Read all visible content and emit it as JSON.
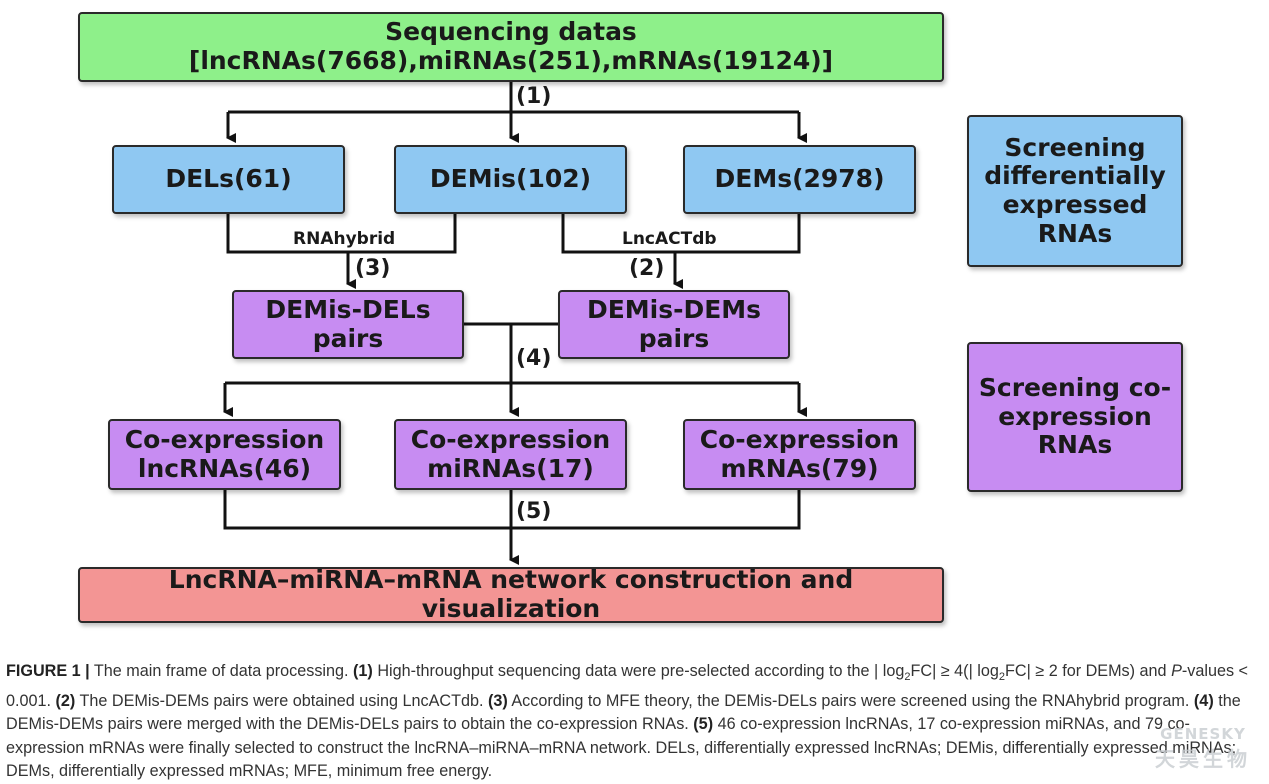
{
  "top": {
    "label": "Sequencing datas [lncRNAs(7668),miRNAs(251),mRNAs(19124)]"
  },
  "row1": {
    "dels": "DELs(61)",
    "demis": "DEMis(102)",
    "dems": "DEMs(2978)"
  },
  "tools": {
    "rnahybrid": "RNAhybrid",
    "lncactdb": "LncACTdb"
  },
  "pairs": {
    "dels_line1": "DEMis-DELs",
    "dels_line2": "pairs",
    "dems_line1": "DEMis-DEMs",
    "dems_line2": "pairs"
  },
  "coexp": {
    "lnc_line1": "Co-expression",
    "lnc_line2": "lncRNAs(46)",
    "mi_line1": "Co-expression",
    "mi_line2": "miRNAs(17)",
    "m_line1": "Co-expression",
    "m_line2": "mRNAs(79)"
  },
  "network": {
    "label": "LncRNA–miRNA–mRNA network construction and visualization"
  },
  "side": {
    "screening_diff": [
      "Screening",
      "differentially",
      "expressed",
      "RNAs"
    ],
    "screening_coexp": [
      "Screening co-",
      "expression",
      "RNAs"
    ]
  },
  "steps": {
    "s1": "(1)",
    "s2": "(2)",
    "s3": "(3)",
    "s4": "(4)",
    "s5": "(5)"
  },
  "caption": {
    "fig": "FIGURE 1 |",
    "t0": " The main frame of data processing. ",
    "s1": "(1)",
    "t1a": " High-throughput sequencing data were pre-selected according to the |",
    "log": " log",
    "sub2": "2",
    "fc": "FC|",
    "t1b": " ≥ 4(|",
    "t1c": "FC|",
    "t1d": " ≥ 2 for DEMs)",
    "t1e": "and ",
    "p": "P",
    "t1f": "-values < 0.001. ",
    "s2": "(2)",
    "t2": " The DEMis-DEMs pairs were obtained using LncACTdb. ",
    "s3": "(3)",
    "t3": " According to MFE theory, the DEMis-DELs pairs were screened using the RNAhybrid program. ",
    "s4": "(4)",
    "t4": " the DEMis-DEMs pairs were merged with the DEMis-DELs pairs to obtain the co-expression RNAs. ",
    "s5": "(5)",
    "t5": " 46 co-expression lncRNAs, 17 co-expression miRNAs, and 79 co-expression mRNAs were finally selected to construct the lncRNA–miRNA–mRNA network. DELs, differentially expressed lncRNAs; DEMis, differentially expressed miRNAs; DEMs, differentially expressed mRNAs; MFE, minimum free energy."
  },
  "watermark": {
    "en": "GENESKY",
    "cn": "天昊生物"
  }
}
